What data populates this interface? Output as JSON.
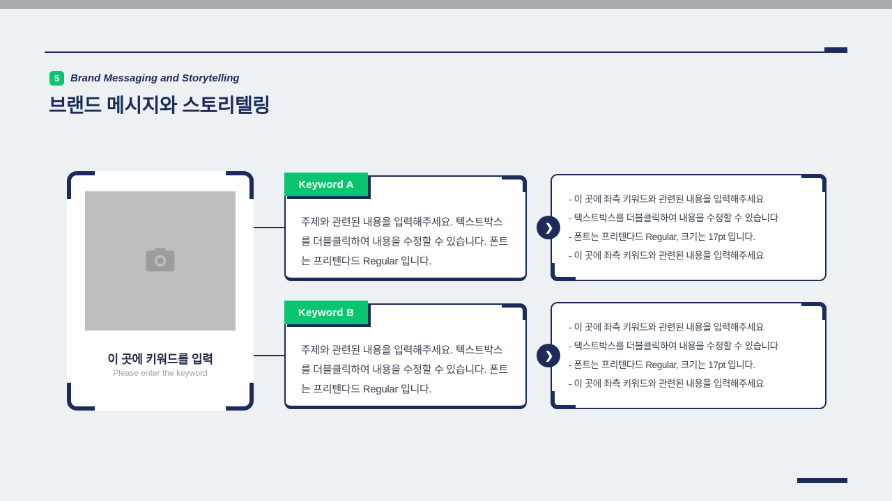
{
  "header": {
    "badge_number": "5",
    "subtitle": "Brand Messaging and Storytelling",
    "title": "브랜드 메시지와 스토리텔링"
  },
  "keyword_card": {
    "title": "이 곳에 키워드를 입력",
    "subtitle": "Please enter the keyword"
  },
  "rows": [
    {
      "keyword_label": "Keyword A",
      "body": "주제와 관련된 내용을 입력해주세요. 텍스트박스를 더블클릭하여 내용을 수정할 수 있습니다. 폰트는 프리텐다드 Regular  입니다.",
      "details": [
        "- 이 곳에 좌측 키워드와 관련된 내용을 입력해주세요",
        "- 텍스트박스를 더블클릭하여 내용을 수정할 수 있습니다",
        "- 폰트는 프리텐다드 Regular, 크기는 17pt  입니다.",
        "- 이 곳에 좌측 키워드와 관련된 내용을 입력해주세요"
      ]
    },
    {
      "keyword_label": "Keyword B",
      "body": "주제와 관련된 내용을 입력해주세요. 텍스트박스를 더블클릭하여 내용을 수정할 수 있습니다. 폰트는 프리텐다드 Regular  입니다.",
      "details": [
        "- 이 곳에 좌측 키워드와 관련된 내용을 입력해주세요",
        "- 텍스트박스를 더블클릭하여 내용을 수정할 수 있습니다",
        "- 폰트는 프리텐다드 Regular, 크기는 17pt  입니다.",
        "- 이 곳에 좌측 키워드와 관련된 내용을 입력해주세요"
      ]
    }
  ],
  "icons": {
    "camera": "camera-icon",
    "chevron": "❯"
  },
  "colors": {
    "navy": "#1d2b5b",
    "green": "#0ac56f",
    "slide_background": "#edf1f3",
    "placeholder_gray": "#bdbdbd"
  }
}
